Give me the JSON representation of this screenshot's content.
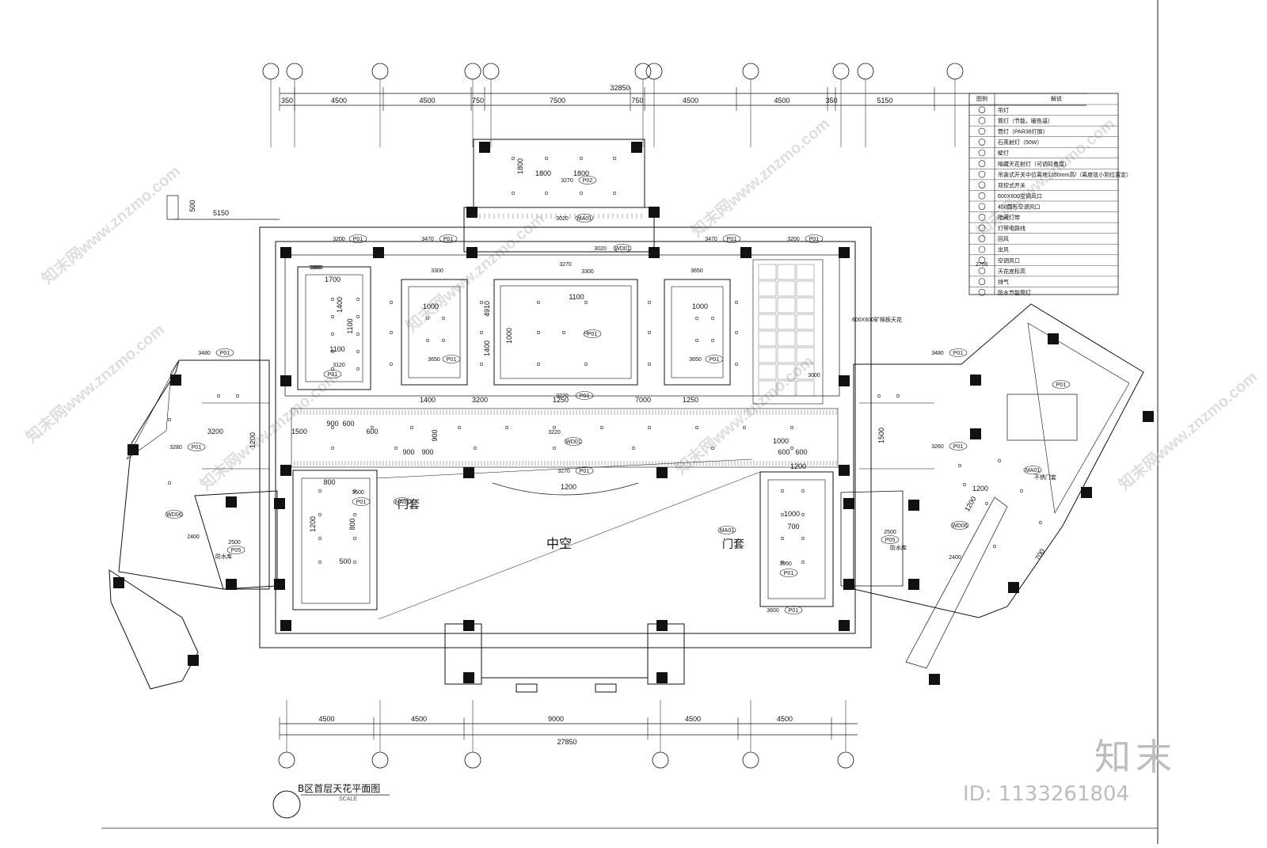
{
  "drawing": {
    "title": "B区首层天花平面图",
    "scale": "SCALE",
    "void_label": "中空",
    "door_label_left": "门套",
    "door_label_right": "门套",
    "tile_note": "600X600矿棉板天花"
  },
  "dims_top": {
    "total": "32850",
    "segments": [
      "350",
      "4500",
      "4500",
      "750",
      "7500",
      "750",
      "4500",
      "4500",
      "350",
      "5150"
    ]
  },
  "dims_bottom": {
    "total": "27850",
    "segments": [
      "4500",
      "4500",
      "9000",
      "4500",
      "4500"
    ]
  },
  "dims_misc": [
    "5150",
    "500",
    "1800",
    "1800",
    "1800",
    "1700",
    "1400",
    "1100",
    "1100",
    "1000",
    "1000",
    "1100",
    "1000",
    "4910",
    "1400",
    "1400",
    "3200",
    "1250",
    "7000",
    "1250",
    "3200",
    "1200",
    "1500",
    "900",
    "600",
    "600",
    "900",
    "900",
    "900",
    "1000",
    "1200",
    "800",
    "1200",
    "800",
    "500",
    "1000",
    "700",
    "600",
    "600",
    "1500",
    "1200",
    "1200",
    "700",
    "1200"
  ],
  "ceiling_tags": [
    "3270",
    "P02",
    "3020",
    "MA01",
    "3200",
    "P01",
    "3470",
    "P01",
    "3020",
    "WD01",
    "3470",
    "P01",
    "3200",
    "P01",
    "3300",
    "3270",
    "3300",
    "3300",
    "3650",
    "P01",
    "3650",
    "P01",
    "3650",
    "P01",
    "3120",
    "P01",
    "3480",
    "P01",
    "3480",
    "P01",
    "3000",
    "3000",
    "3270",
    "P01",
    "3220",
    "WD01",
    "3270",
    "P01",
    "3280",
    "P01",
    "3260",
    "P01",
    "3600",
    "P01",
    "3600",
    "P01",
    "3950",
    "P01",
    "2500",
    "P05",
    "2500",
    "P05",
    "2400",
    "2400",
    "WD06",
    "WD06",
    "MA01",
    "MA01",
    "MA01",
    "P01"
  ],
  "room_labels": [
    "防水库",
    "防水库",
    "不锈门套"
  ],
  "legend": {
    "header": [
      "图例",
      "解说"
    ],
    "items": [
      "吊灯",
      "筒灯（节能，暖色温）",
      "筒灯（PAR38灯胆）",
      "石英射灯（50W）",
      "壁灯",
      "暗藏天花射灯（可调较角度）",
      "吊装式开关中位离地1350mm高/（离度弦小到位置定）",
      "双控式开关",
      "600X600空调风口",
      "450圆形空调风口",
      "暗藏灯带",
      "灯带电路线",
      "回风",
      "出风",
      "空调风口",
      "天花底标高",
      "排气",
      "防水节能筒灯"
    ],
    "elevation_sample": "2700"
  },
  "watermark": {
    "brand": "知末",
    "id": "ID: 1133261804",
    "url": "www.znzmo.com",
    "cn": "知末网"
  },
  "colors": {
    "ink": "#111111",
    "watermark": "#bdbdbd"
  }
}
